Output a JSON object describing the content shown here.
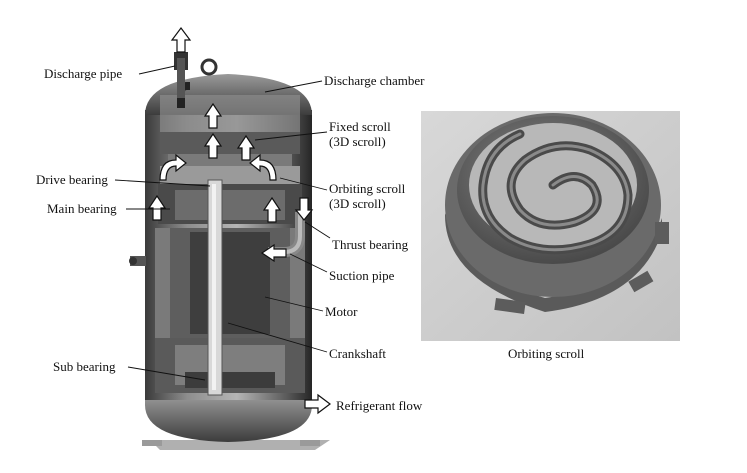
{
  "labels": {
    "discharge_pipe": "Discharge pipe",
    "discharge_chamber": "Discharge chamber",
    "fixed_scroll": "Fixed scroll",
    "fixed_scroll_sub": "(3D scroll)",
    "drive_bearing": "Drive bearing",
    "orbiting_scroll": "Orbiting scroll",
    "orbiting_scroll_sub": "(3D scroll)",
    "main_bearing": "Main bearing",
    "thrust_bearing": "Thrust bearing",
    "suction_pipe": "Suction pipe",
    "motor": "Motor",
    "crankshaft": "Crankshaft",
    "sub_bearing": "Sub bearing"
  },
  "legend": {
    "refrigerant_flow": "Refrigerant flow"
  },
  "photo": {
    "caption": "Orbiting scroll"
  },
  "colors": {
    "shell_dark": "#2e2e2e",
    "shell_mid": "#6a6a6a",
    "shell_light": "#b8b8b8",
    "photo_bg": "#cfcfcf",
    "scroll_metal": "#6e6e6e",
    "arrow_fill": "#ffffff",
    "arrow_stroke": "#111111"
  }
}
